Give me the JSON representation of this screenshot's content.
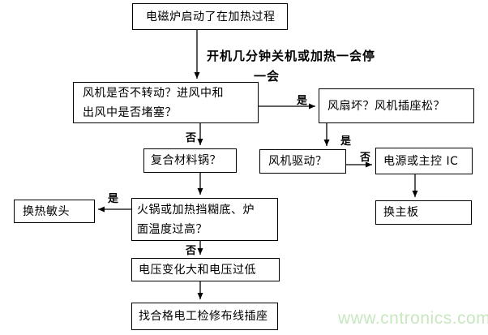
{
  "diagram": {
    "title_node": "电磁炉启动了在加热过程",
    "nodes": {
      "start": "电磁炉启动了在加热过程",
      "fan_check": "风机是否不转动？进风中和\n出风中是否堵塞？",
      "fan_broken": "风扇坏？风机插座松？",
      "composite_pot": "复合材料锅？",
      "fan_drive": "风机驱动？",
      "power_ic": "电源或主控 IC",
      "hot_pot": "火锅或加热挡糊底、炉\n面温度过高？",
      "replace_thermistor": "换热敏头",
      "replace_mainboard": "换主板",
      "voltage": "电压变化大和电压过低",
      "electrician": "找合格电工检修布线插座"
    },
    "annotation": {
      "line1": "开机几分钟关机或加热一会停",
      "line2": "一会"
    },
    "labels": {
      "yes": "是",
      "no": "否"
    },
    "edge_color": "#000000",
    "watermark": {
      "text": "www.cntronics.com",
      "color": "#c8e7c0"
    }
  }
}
